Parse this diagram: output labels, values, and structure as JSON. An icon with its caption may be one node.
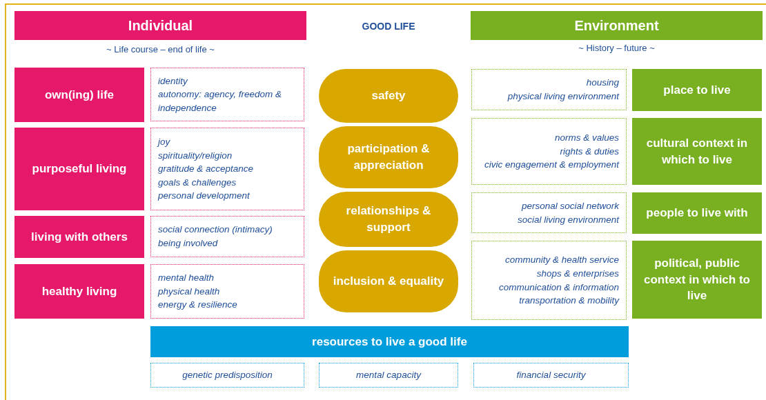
{
  "diagram": {
    "title": "GOOD LIFE",
    "nodes": [
      {
        "text": [
          "Individual"
        ]
      },
      {
        "text": [
          "Environment"
        ]
      },
      {
        "text": [
          "own(ing) life"
        ]
      },
      {
        "text": [
          "identity",
          "autonomy: agency, freedom & independence"
        ]
      },
      {
        "text": [
          "safety"
        ]
      },
      {
        "text": [
          "housing",
          "physical living environment"
        ]
      },
      {
        "text": [
          "place to live"
        ]
      },
      {
        "text": [
          "purposeful living"
        ]
      },
      {
        "text": [
          "joy",
          "spirituality/religion",
          "gratitude & acceptance",
          "goals & challenges",
          "personal development"
        ]
      },
      {
        "text": [
          "participation & appreciation"
        ]
      },
      {
        "text": [
          "norms & values",
          "rights & duties",
          "civic engagement & employment"
        ]
      },
      {
        "text": [
          "cultural context in which to live"
        ]
      },
      {
        "text": [
          "living with others"
        ]
      },
      {
        "text": [
          "social connection (intimacy)",
          "being involved"
        ]
      },
      {
        "text": [
          "relationships & support"
        ]
      },
      {
        "text": [
          "personal social network",
          "social living environment"
        ]
      },
      {
        "text": [
          "people to live with"
        ]
      },
      {
        "text": [
          "healthy living"
        ]
      },
      {
        "text": [
          "mental health",
          "physical health",
          "energy & resilience"
        ]
      },
      {
        "text": [
          "inclusion & equality"
        ]
      },
      {
        "text": [
          "community & health service",
          "shops & enterprises",
          "communication & information",
          "transportation & mobility"
        ]
      },
      {
        "text": [
          "political, public context in which to live"
        ]
      },
      {
        "text": [
          "resources to live a good life"
        ]
      },
      {
        "text": [
          "genetic predisposition"
        ]
      },
      {
        "text": [
          "mental capacity"
        ]
      },
      {
        "text": [
          "financial security"
        ]
      }
    ],
    "labels": [
      "~ Life course – end of life ~",
      "~ History – future ~"
    ]
  }
}
